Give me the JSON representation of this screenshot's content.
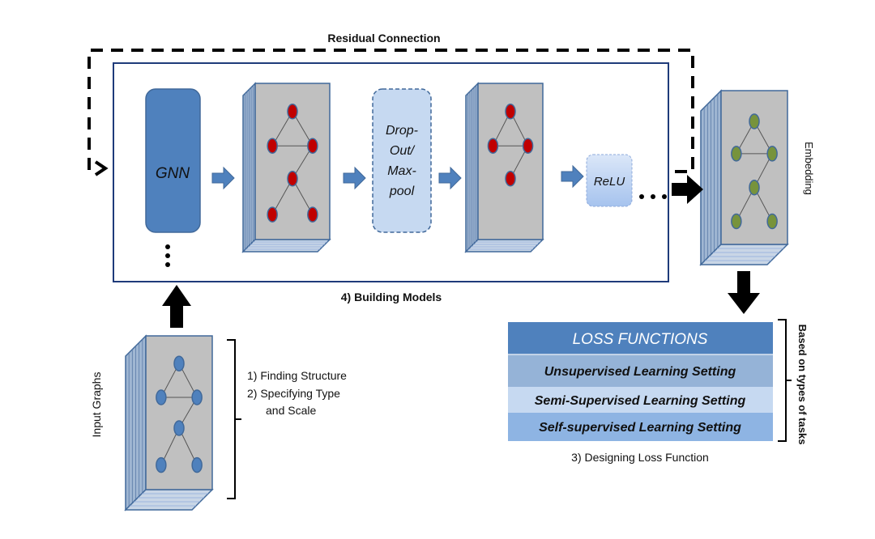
{
  "labels": {
    "residual": "Residual Connection",
    "gnn": "GNN",
    "dropout_lines": [
      "Drop-",
      "Out/",
      "Max-",
      "pool"
    ],
    "relu": "ReLU",
    "building_models": "4) Building Models",
    "embedding": "Embedding",
    "input_graphs": "Input Graphs",
    "steps": [
      "1)  Finding Structure",
      "2)  Specifying  Type",
      "and Scale"
    ],
    "based_on": "Based on types of tasks",
    "designing": "3) Designing Loss Function"
  },
  "loss_table": {
    "header": "LOSS FUNCTIONS",
    "rows": [
      "Unsupervised  Learning Setting",
      "Semi-Supervised  Learning Setting",
      "Self-supervised  Learning Setting"
    ]
  },
  "colors": {
    "gnn_fill": "#4f81bd",
    "node_red": "#c00000",
    "node_green": "#77933c",
    "node_blue": "#4f81bd",
    "stack_face": "#c0c0c0",
    "frame": "#1f3b7a",
    "arrow_blue": "#4f81bd"
  }
}
